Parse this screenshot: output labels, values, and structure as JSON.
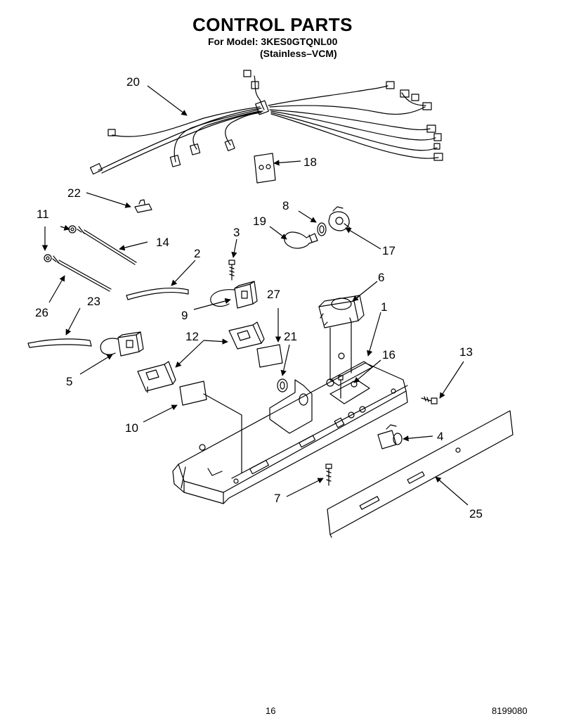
{
  "header": {
    "title": "CONTROL PARTS",
    "model_line": "For Model: 3KES0GTQNL00",
    "variant_line": "(Stainless–VCM)"
  },
  "callouts": [
    {
      "id": "20",
      "label": "20"
    },
    {
      "id": "18",
      "label": "18"
    },
    {
      "id": "22",
      "label": "22"
    },
    {
      "id": "11",
      "label": "11"
    },
    {
      "id": "14",
      "label": "14"
    },
    {
      "id": "8",
      "label": "8"
    },
    {
      "id": "19",
      "label": "19"
    },
    {
      "id": "17",
      "label": "17"
    },
    {
      "id": "3",
      "label": "3"
    },
    {
      "id": "2",
      "label": "2"
    },
    {
      "id": "26",
      "label": "26"
    },
    {
      "id": "23",
      "label": "23"
    },
    {
      "id": "9",
      "label": "9"
    },
    {
      "id": "27",
      "label": "27"
    },
    {
      "id": "6",
      "label": "6"
    },
    {
      "id": "1",
      "label": "1"
    },
    {
      "id": "12",
      "label": "12"
    },
    {
      "id": "21",
      "label": "21"
    },
    {
      "id": "16",
      "label": "16"
    },
    {
      "id": "13",
      "label": "13"
    },
    {
      "id": "5",
      "label": "5"
    },
    {
      "id": "10",
      "label": "10"
    },
    {
      "id": "4",
      "label": "4"
    },
    {
      "id": "7",
      "label": "7"
    },
    {
      "id": "25",
      "label": "25"
    }
  ],
  "footer": {
    "page_number": "16",
    "document_number": "8199080"
  }
}
